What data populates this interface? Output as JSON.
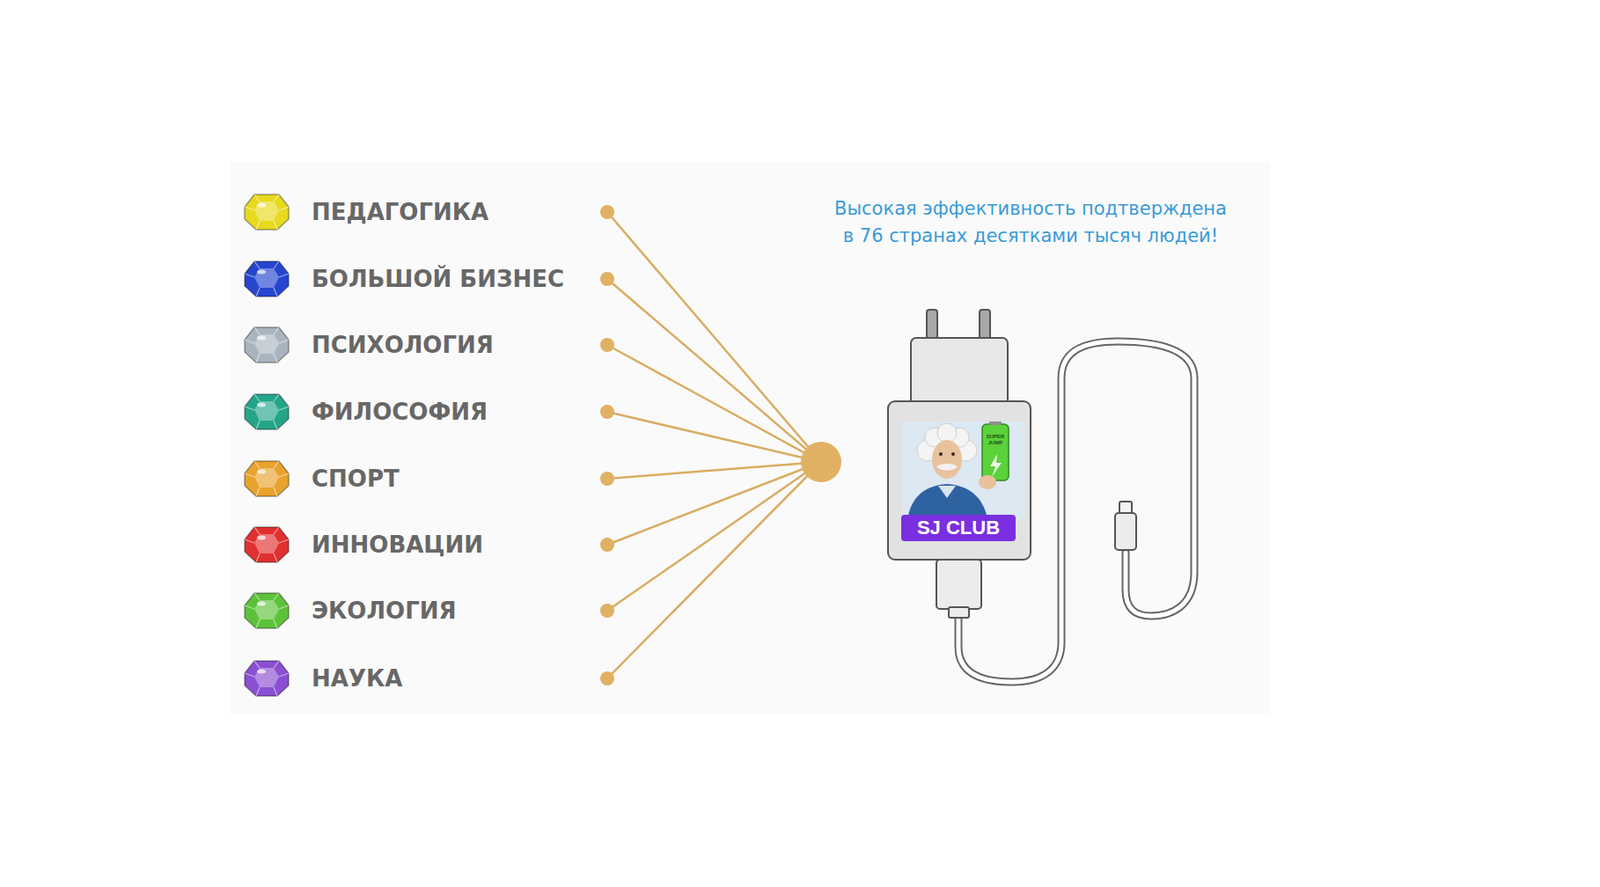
{
  "diagram": {
    "title": "Высокая эффективность подтверждена в 76 странах десятками тысяч людей!",
    "nodes": [
      {
        "text": [
          "SJ CLUB"
        ]
      }
    ],
    "labels": [
      "ПЕДАГОГИКА",
      "БОЛЬШОЙ БИЗНЕС",
      "ПСИХОЛОГИЯ",
      "ФИЛОСОФИЯ",
      "СПОРТ",
      "ИННОВАЦИИ",
      "ЭКОЛОГИЯ",
      "НАУКА",
      "SUPER JUMP"
    ]
  }
}
